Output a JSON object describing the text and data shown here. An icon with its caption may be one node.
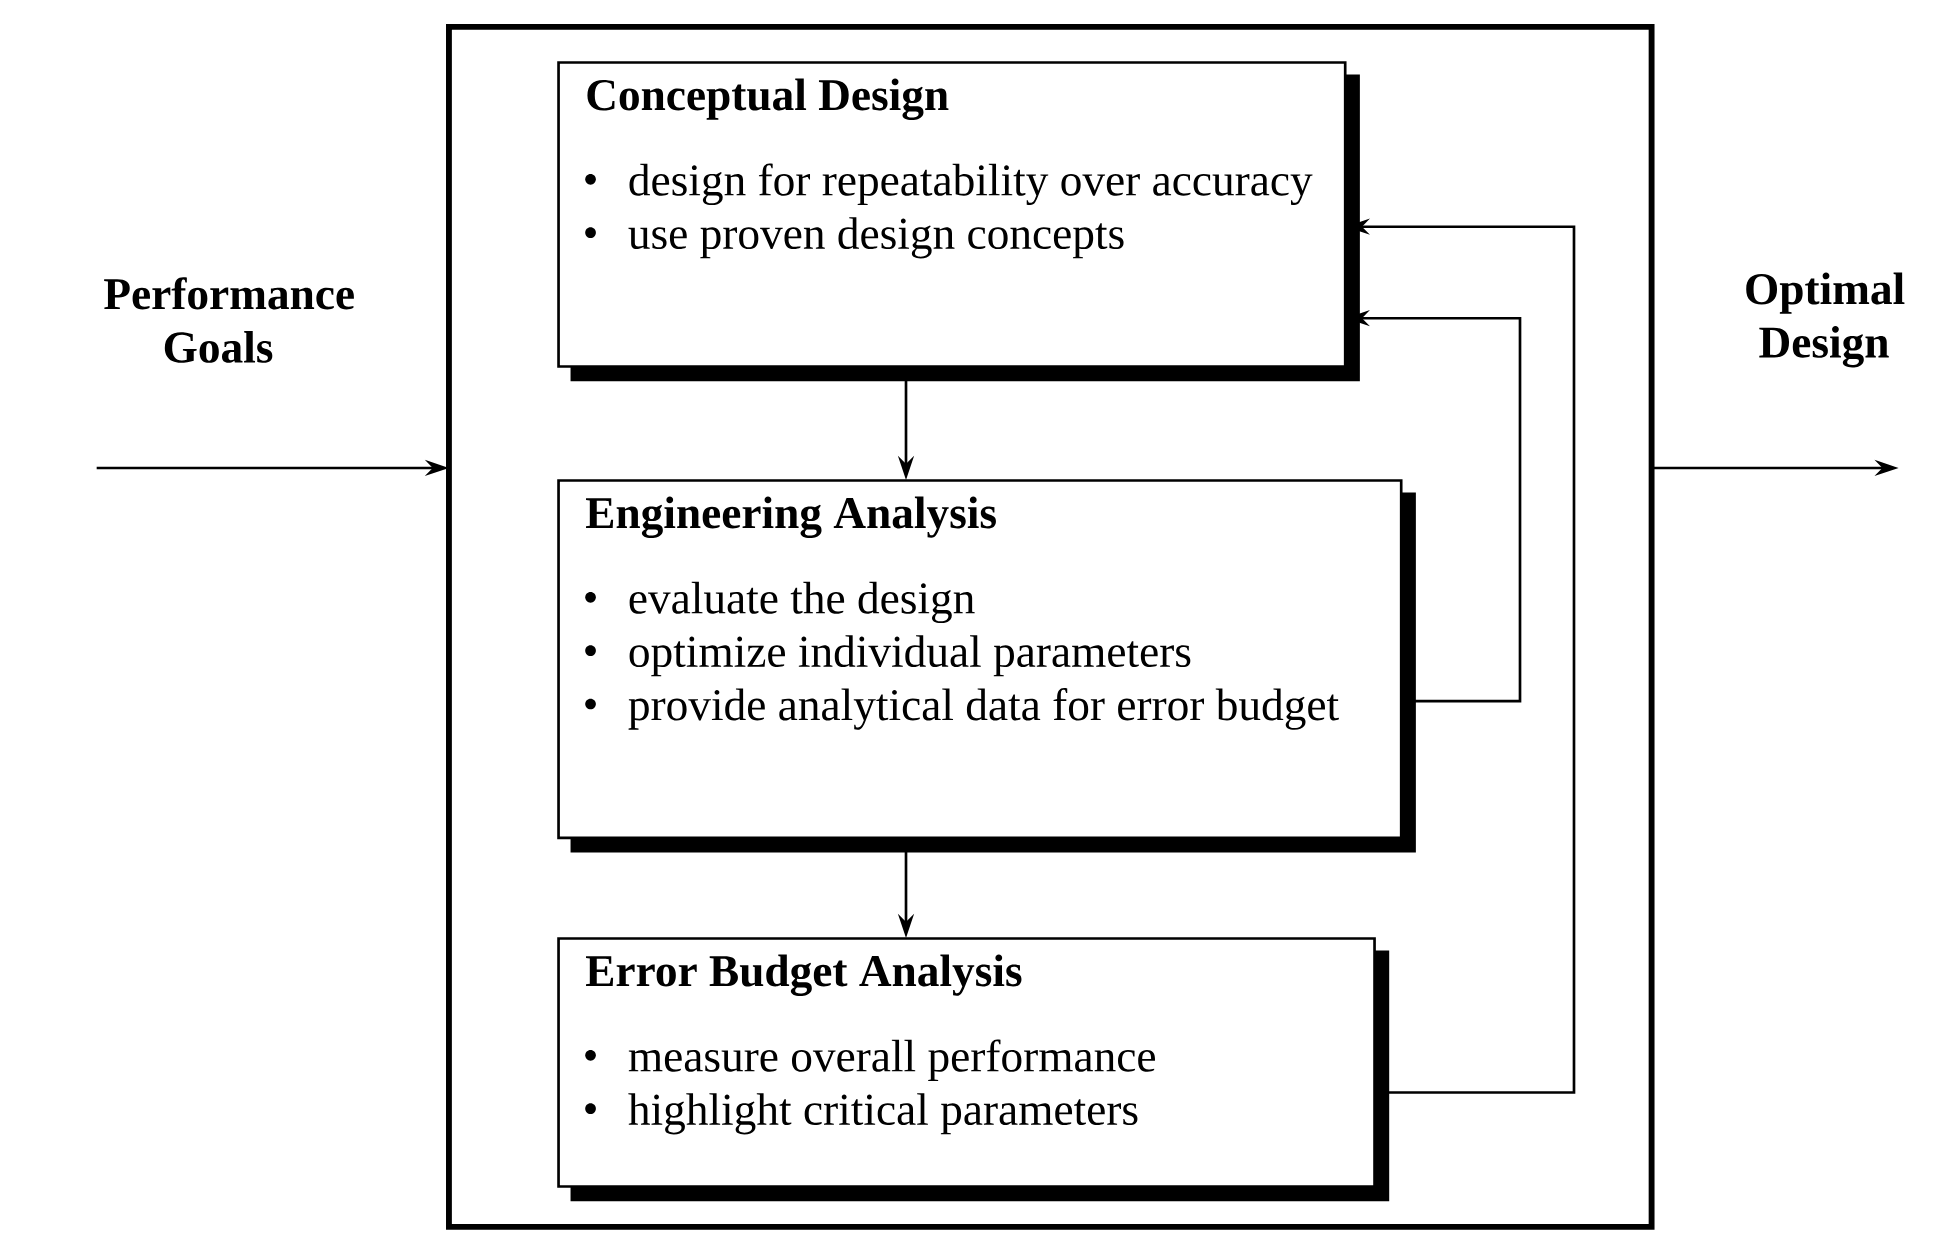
{
  "diagram": {
    "nodes": [
      {
        "text": [],
        "shape": "box"
      },
      {
        "text": [
          "Conceptual Design",
          "design for repeatability over accuracy",
          "use proven design concepts"
        ],
        "in": 0
      },
      {
        "text": [
          "Engineering Analysis",
          "evaluate the design",
          "optimize individual parameters",
          "provide analytical data for error budget"
        ],
        "in": 0
      },
      {
        "text": [
          "Error Budget Analysis",
          "measure overall performance",
          "highlight critical parameters"
        ],
        "in": 0
      },
      {
        "text": [
          "Performance Goals"
        ]
      },
      {
        "text": [
          "Optimal Design"
        ]
      }
    ],
    "edges": [
      {
        "from": 4,
        "to": 0,
        "arrow": "to"
      },
      {
        "from": 0,
        "to": 5,
        "arrow": "to"
      },
      {
        "from": 1,
        "to": 2,
        "arrow": "to"
      },
      {
        "from": 2,
        "to": 3,
        "arrow": "to"
      },
      {
        "from": 2,
        "to": 1,
        "arrow": "to"
      },
      {
        "from": 3,
        "to": 1,
        "arrow": "to"
      }
    ]
  }
}
